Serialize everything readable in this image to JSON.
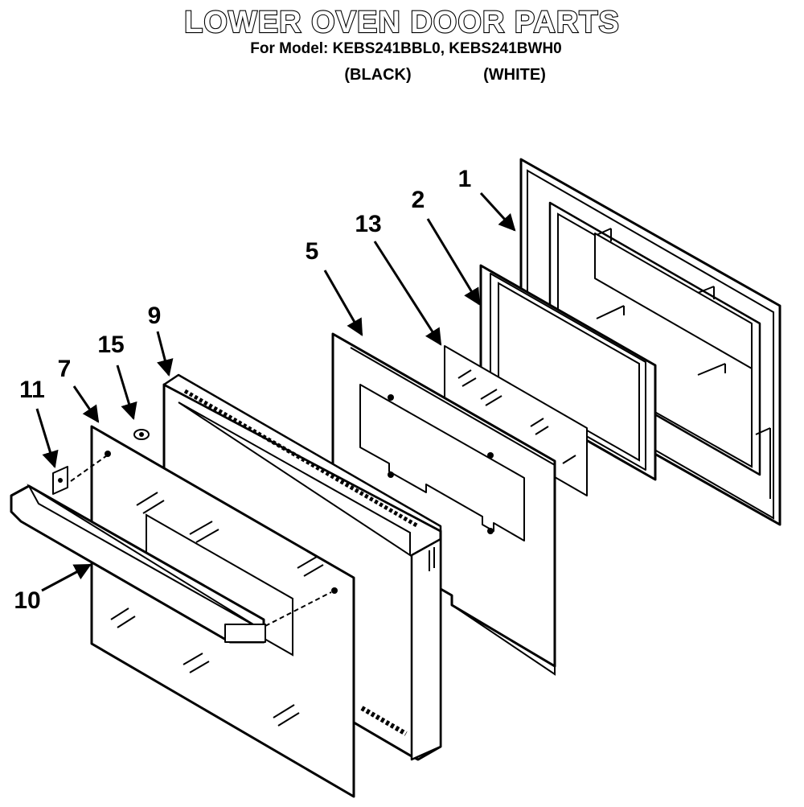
{
  "header": {
    "title": "LOWER OVEN DOOR PARTS",
    "model_line": "For Model: KEBS241BBL0, KEBS241BWH0",
    "variant_black": "(BLACK)",
    "variant_white": "(WHITE)"
  },
  "callouts": {
    "c1": "1",
    "c2": "2",
    "c13": "13",
    "c5": "5",
    "c9": "9",
    "c15": "15",
    "c7": "7",
    "c11": "11",
    "c10": "10"
  }
}
